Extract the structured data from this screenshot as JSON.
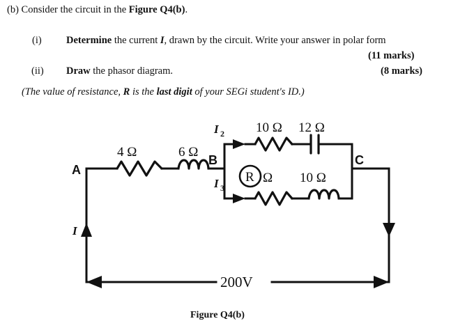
{
  "question": {
    "intro_prefix": "(b) Consider the circuit in the ",
    "intro_bold": "Figure Q4(b)",
    "intro_suffix": ".",
    "items": [
      {
        "number": "(i)",
        "bold_lead": "Determine",
        "text": " the current ",
        "italic_symbol": "I",
        "text_rest": ", drawn by the circuit. Write your answer in polar form",
        "marks": "(11 marks)"
      },
      {
        "number": "(ii)",
        "bold_lead": "Draw",
        "text": " the phasor diagram.",
        "italic_symbol": "",
        "text_rest": "",
        "marks": "(8 marks)"
      }
    ],
    "note": {
      "part1": "(The value of resistance, ",
      "part2": "R",
      "part3": " is the ",
      "part4": "last digit",
      "part5": " of your SEGi student's ID.)"
    }
  },
  "figure": {
    "caption": "Figure Q4(b)",
    "nodes": {
      "a": "A",
      "b": "B",
      "c": "C"
    },
    "currents": {
      "main": "I",
      "branch_top_symbol": "I",
      "branch_top_sub": "2",
      "branch_bottom_symbol": "I",
      "branch_bottom_sub": "3"
    },
    "components": {
      "series_resistor": "4 Ω",
      "series_inductor": "6 Ω",
      "top_branch_resistor": "10 Ω",
      "top_branch_capacitor": "12 Ω",
      "bottom_branch_resistor_symbol": "R",
      "bottom_branch_resistor_unit": "Ω",
      "bottom_branch_inductor": "10 Ω"
    },
    "source": {
      "label": "200V"
    },
    "colors": {
      "ink": "#111111",
      "background": "#ffffff"
    }
  }
}
